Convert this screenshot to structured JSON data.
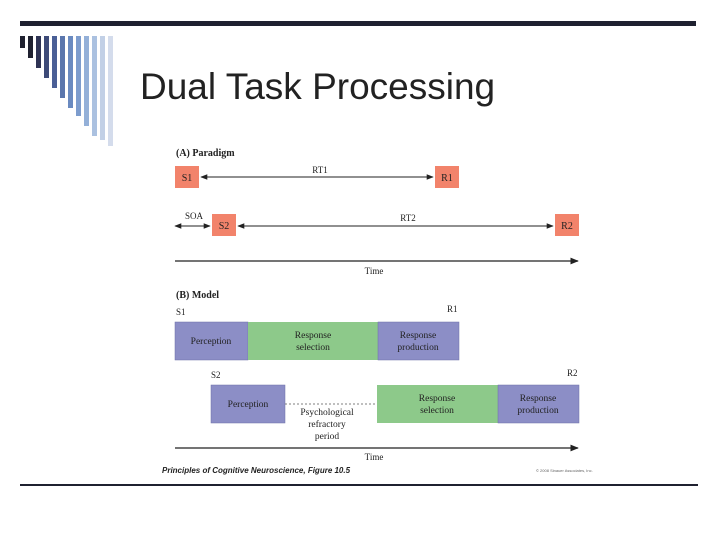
{
  "slide": {
    "title": "Dual Task Processing"
  },
  "colors": {
    "stimulus": "#f2836b",
    "perception": "#8c8ec6",
    "selection": "#8dc98a",
    "bar": "#1f2130"
  },
  "figure": {
    "paradigm": {
      "heading": "(A)  Paradigm",
      "s1": "S1",
      "r1": "R1",
      "rt1": "RT1",
      "soa": "SOA",
      "s2": "S2",
      "r2": "R2",
      "rt2": "RT2",
      "time": "Time"
    },
    "model": {
      "heading": "(B)  Model",
      "s1": "S1",
      "r1": "R1",
      "s2": "S2",
      "r2": "R2",
      "row1": {
        "perception": "Perception",
        "selection": [
          "Response",
          "selection"
        ],
        "production": [
          "Response",
          "production"
        ]
      },
      "row2": {
        "perception": "Perception",
        "prp": [
          "Psychological",
          "refractory",
          "period"
        ],
        "selection": [
          "Response",
          "selection"
        ],
        "production": [
          "Response",
          "production"
        ]
      },
      "time": "Time"
    }
  },
  "caption": "Principles of Cognitive Neuroscience, Figure 10.5",
  "copyright": "© 2008 Sinauer Associates, Inc."
}
